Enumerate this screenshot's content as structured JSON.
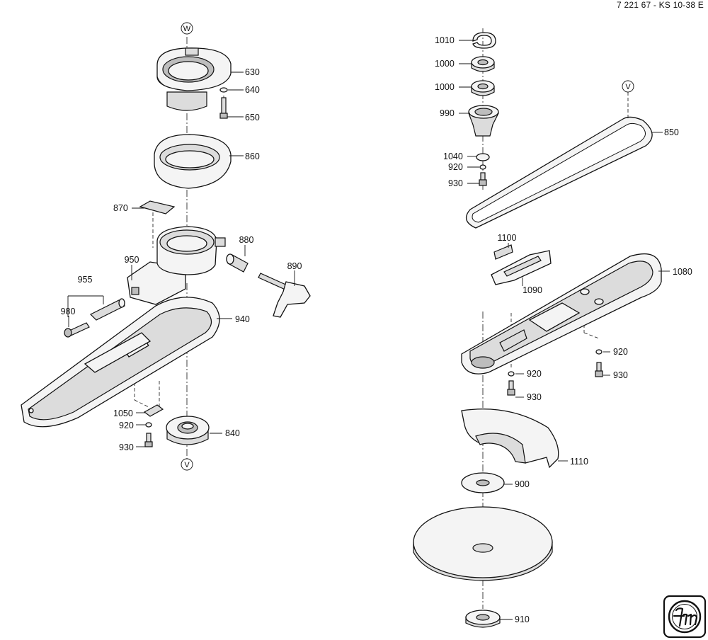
{
  "header": {
    "document_id": "7 221 67 - KS 10-38 E"
  },
  "reference_markers": [
    "W",
    "V",
    "V"
  ],
  "part_numbers": {
    "p630": "630",
    "p640": "640",
    "p650": "650",
    "p860": "860",
    "p870": "870",
    "p880": "880",
    "p890": "890",
    "p950": "950",
    "p955": "955",
    "p980": "980",
    "p940": "940",
    "p1050": "1050",
    "p920a": "920",
    "p930a": "930",
    "p840": "840",
    "p1010": "1010",
    "p1000a": "1000",
    "p1000b": "1000",
    "p990": "990",
    "p1040": "1040",
    "p920b": "920",
    "p930b": "930",
    "p850": "850",
    "p1100": "1100",
    "p1090": "1090",
    "p1080": "1080",
    "p920c": "920",
    "p930c": "930",
    "p920d": "920",
    "p930d": "930",
    "p1110": "1110",
    "p900": "900",
    "p910": "910"
  },
  "logo": {
    "brand": "fein"
  }
}
